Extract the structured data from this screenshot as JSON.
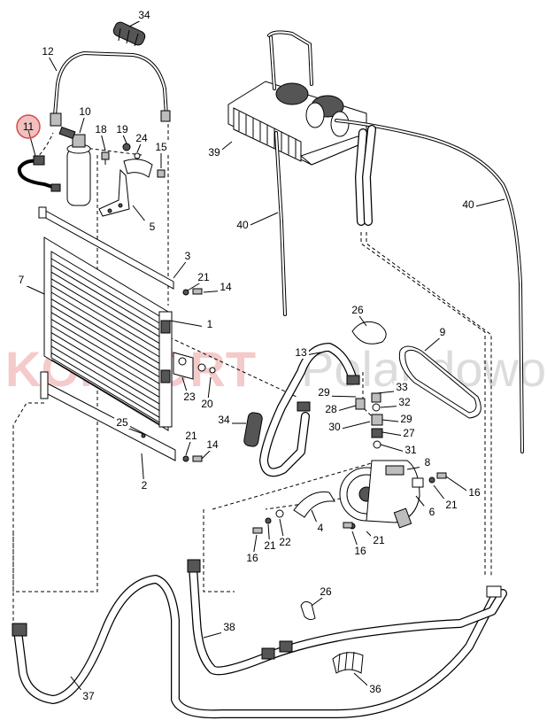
{
  "watermark": {
    "part1": "KOMFORT",
    "part2": "Polandowo"
  },
  "highlight_color": "#d84a4a",
  "callouts": [
    {
      "label": "34"
    },
    {
      "label": "12"
    },
    {
      "label": "11"
    },
    {
      "label": "10"
    },
    {
      "label": "18"
    },
    {
      "label": "19"
    },
    {
      "label": "24"
    },
    {
      "label": "15"
    },
    {
      "label": "5"
    },
    {
      "label": "39"
    },
    {
      "label": "40"
    },
    {
      "label": "40"
    },
    {
      "label": "3"
    },
    {
      "label": "7"
    },
    {
      "label": "21"
    },
    {
      "label": "14"
    },
    {
      "label": "1"
    },
    {
      "label": "26"
    },
    {
      "label": "9"
    },
    {
      "label": "13"
    },
    {
      "label": "23"
    },
    {
      "label": "20"
    },
    {
      "label": "29"
    },
    {
      "label": "33"
    },
    {
      "label": "28"
    },
    {
      "label": "32"
    },
    {
      "label": "29"
    },
    {
      "label": "34"
    },
    {
      "label": "30"
    },
    {
      "label": "27"
    },
    {
      "label": "31"
    },
    {
      "label": "25"
    },
    {
      "label": "21"
    },
    {
      "label": "14"
    },
    {
      "label": "2"
    },
    {
      "label": "8"
    },
    {
      "label": "16"
    },
    {
      "label": "6"
    },
    {
      "label": "21"
    },
    {
      "label": "4"
    },
    {
      "label": "16"
    },
    {
      "label": "21"
    },
    {
      "label": "22"
    },
    {
      "label": "21"
    },
    {
      "label": "16"
    },
    {
      "label": "26"
    },
    {
      "label": "38"
    },
    {
      "label": "36"
    },
    {
      "label": "37"
    }
  ]
}
